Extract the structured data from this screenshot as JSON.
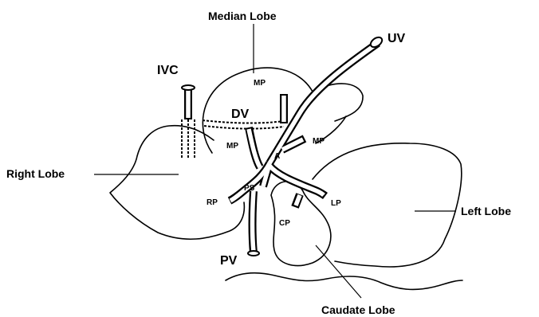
{
  "labels": {
    "median_lobe": "Median Lobe",
    "right_lobe": "Right Lobe",
    "left_lobe": "Left Lobe",
    "caudate_lobe": "Caudate Lobe",
    "ivc": "IVC",
    "dv": "DV",
    "uv": "UV",
    "pv": "PV",
    "mp_top": "MP",
    "mp_left": "MP",
    "mp_right": "MP",
    "a": "A",
    "ps": "PS",
    "rp": "RP",
    "lp": "LP",
    "cp": "CP"
  }
}
